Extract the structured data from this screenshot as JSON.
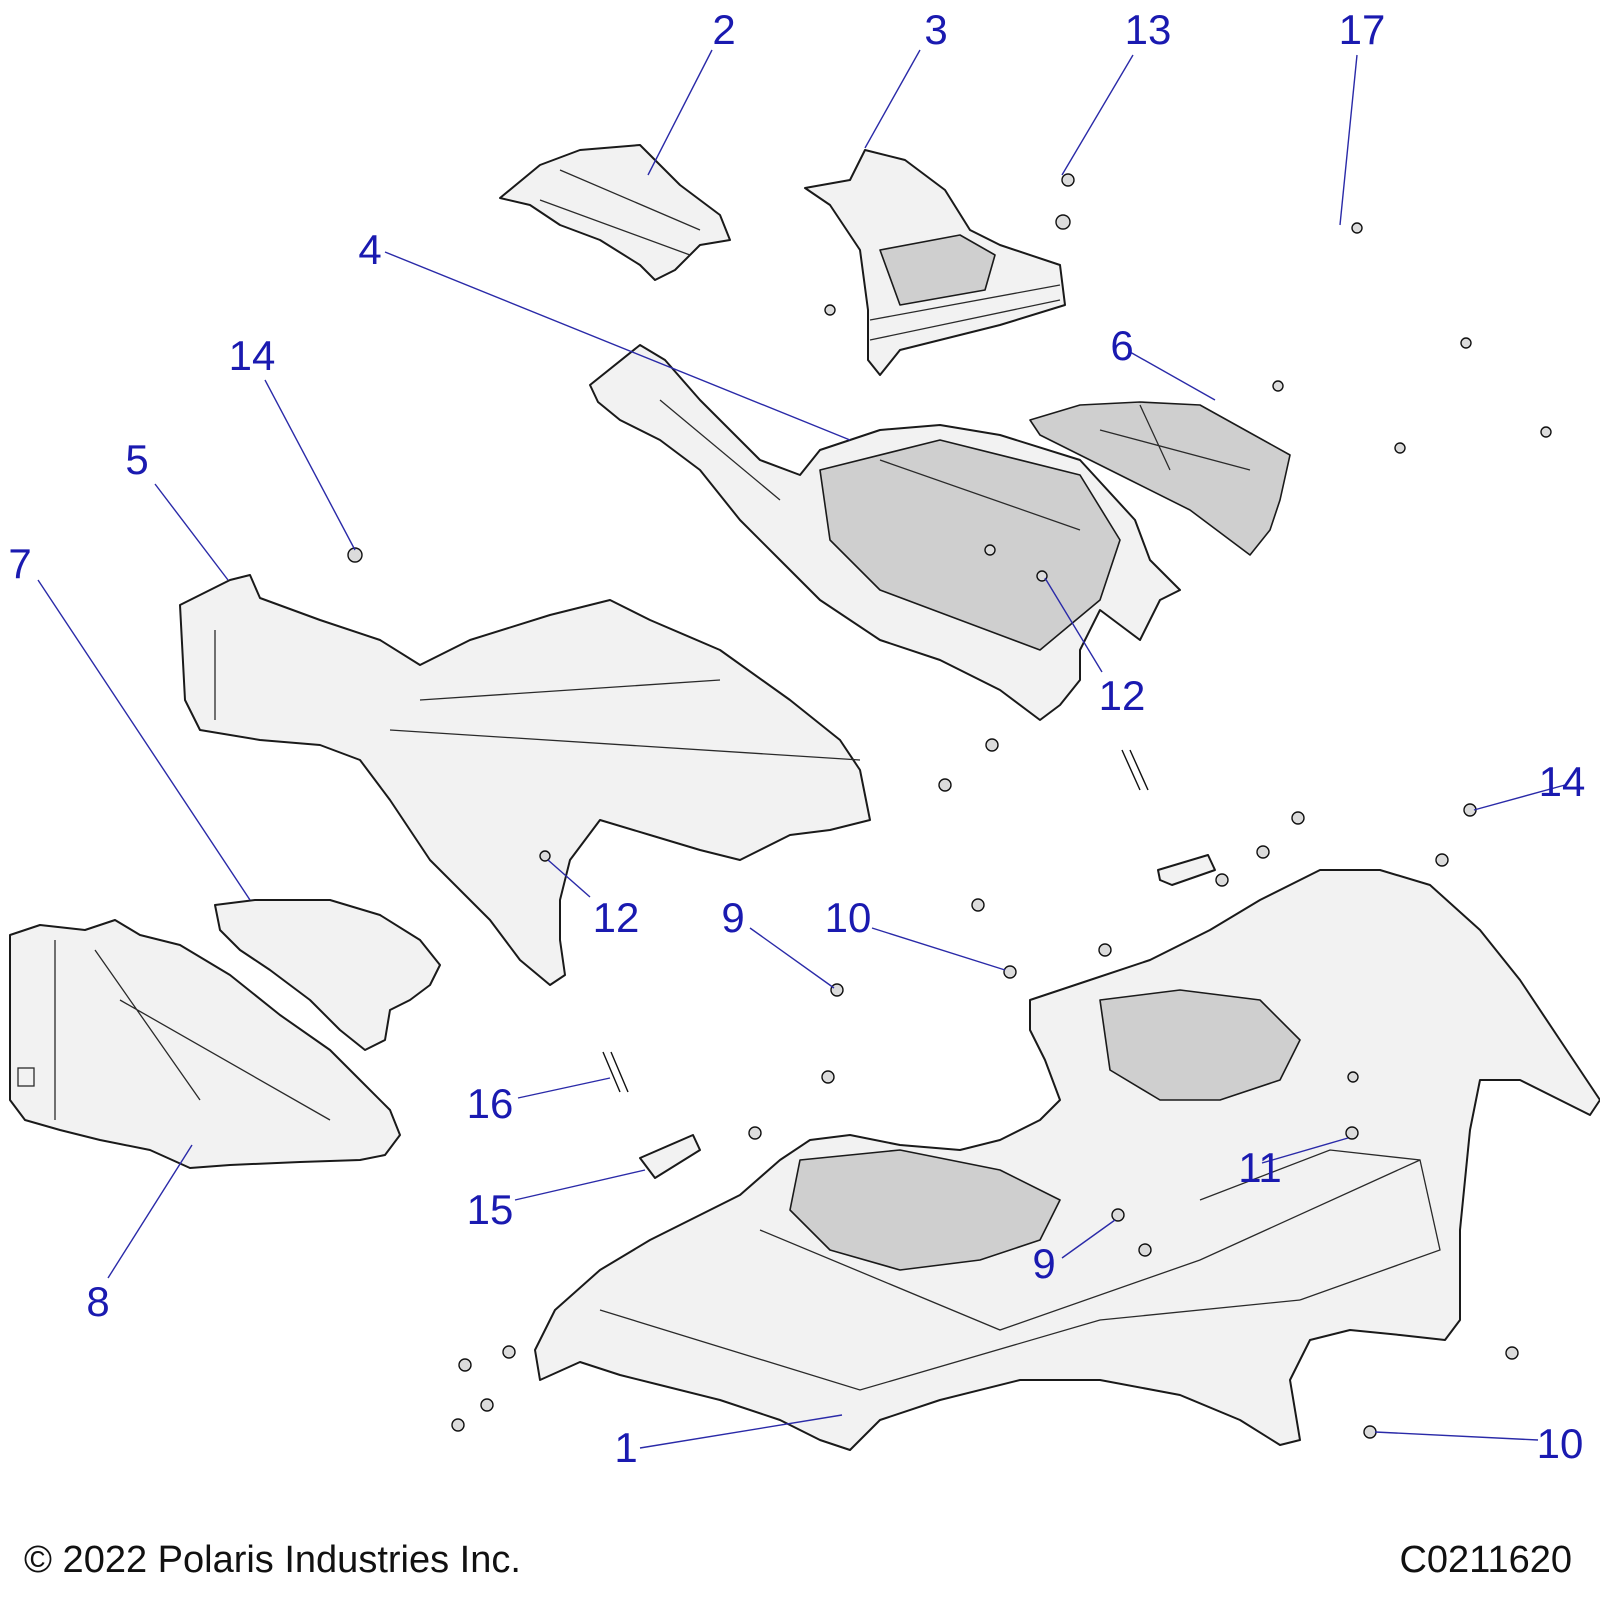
{
  "callouts": [
    {
      "id": "2",
      "text": "2"
    },
    {
      "id": "3",
      "text": "3"
    },
    {
      "id": "13",
      "text": "13"
    },
    {
      "id": "17",
      "text": "17"
    },
    {
      "id": "4",
      "text": "4"
    },
    {
      "id": "14a",
      "text": "14"
    },
    {
      "id": "6",
      "text": "6"
    },
    {
      "id": "5",
      "text": "5"
    },
    {
      "id": "7",
      "text": "7"
    },
    {
      "id": "12a",
      "text": "12"
    },
    {
      "id": "14b",
      "text": "14"
    },
    {
      "id": "12b",
      "text": "12"
    },
    {
      "id": "9a",
      "text": "9"
    },
    {
      "id": "10a",
      "text": "10"
    },
    {
      "id": "16",
      "text": "16"
    },
    {
      "id": "11",
      "text": "11"
    },
    {
      "id": "15",
      "text": "15"
    },
    {
      "id": "9b",
      "text": "9"
    },
    {
      "id": "8",
      "text": "8"
    },
    {
      "id": "1",
      "text": "1"
    },
    {
      "id": "10b",
      "text": "10"
    }
  ],
  "footer": {
    "copyright": "© 2022 Polaris Industries Inc.",
    "drawing_id": "C0211620"
  }
}
